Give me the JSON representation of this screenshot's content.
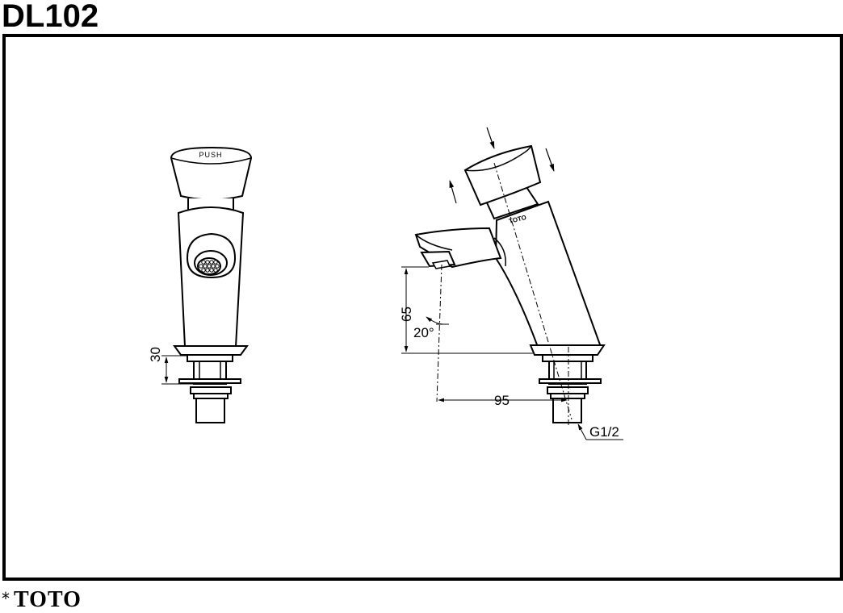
{
  "title": "DL102",
  "brand": {
    "mark": "*",
    "name": "TOTO"
  },
  "front_view": {
    "button_label": "PUSH",
    "dim_height": "30"
  },
  "side_view": {
    "logo": "TOTO",
    "dim_height": "65",
    "dim_angle": "20°",
    "dim_reach": "95",
    "thread": "G1/2"
  }
}
